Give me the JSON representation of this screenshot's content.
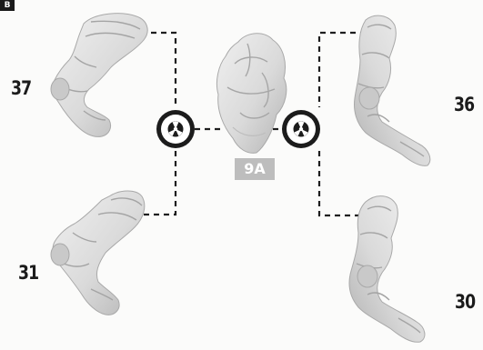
{
  "corner_label": "B",
  "center_part": {
    "label": "9A"
  },
  "parts": {
    "top_left": {
      "number": "37"
    },
    "top_right": {
      "number": "36"
    },
    "bottom_left": {
      "number": "31"
    },
    "bottom_right": {
      "number": "30"
    }
  },
  "colors": {
    "line": "#1e1e1e",
    "part_fill": "#e3e3e3",
    "part_shade": "#b9b9b9",
    "label_bg": "#bdbdbd"
  },
  "icons": [
    "attachment-point-icon",
    "attachment-point-icon"
  ]
}
